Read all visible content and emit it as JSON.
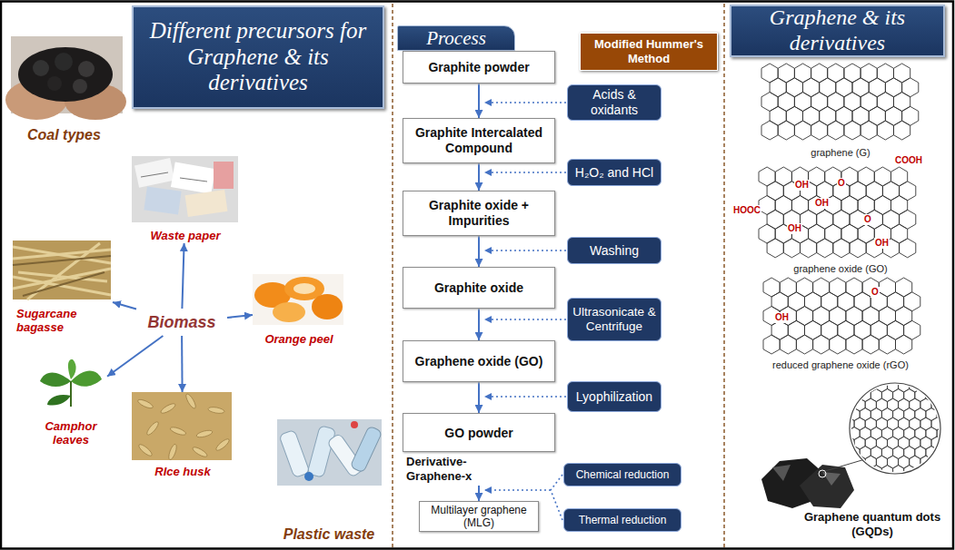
{
  "diagram": {
    "nodes": [
      {
        "text": [
          "Different precursors for Graphene & its derivatives"
        ]
      },
      {
        "text": [
          "Coal types"
        ]
      },
      {
        "text": [
          "Waste paper"
        ]
      },
      {
        "text": [
          "Sugarcane bagasse"
        ]
      },
      {
        "text": [
          "Biomass"
        ]
      },
      {
        "text": [
          "Orange peel"
        ]
      },
      {
        "text": [
          "Camphor leaves"
        ]
      },
      {
        "text": [
          "RIce husk"
        ]
      },
      {
        "text": [
          "Plastic waste"
        ]
      },
      {
        "text": [
          "Process"
        ]
      },
      {
        "text": [
          "Modified Hummer's Method"
        ]
      },
      {
        "text": [
          "Graphite powder"
        ]
      },
      {
        "text": [
          "Acids & oxidants"
        ]
      },
      {
        "text": [
          "Graphite Intercalated Compound"
        ]
      },
      {
        "text": [
          "H₂O₂ and HCl"
        ]
      },
      {
        "text": [
          "Graphite oxide + Impurities"
        ]
      },
      {
        "text": [
          "Washing"
        ]
      },
      {
        "text": [
          "Graphite oxide"
        ]
      },
      {
        "text": [
          "Ultrasonicate & Centrifuge"
        ]
      },
      {
        "text": [
          "Graphene oxide (GO)"
        ]
      },
      {
        "text": [
          "Lyophilization"
        ]
      },
      {
        "text": [
          "GO powder",
          "Derivative-Graphene-x"
        ]
      },
      {
        "text": [
          "Chemical reduction"
        ]
      },
      {
        "text": [
          "Multilayer graphene (MLG)"
        ]
      },
      {
        "text": [
          "Thermal reduction"
        ]
      },
      {
        "text": [
          "Graphene & its derivatives"
        ]
      }
    ],
    "edges": [
      {
        "from": 4,
        "to": 2,
        "arrow": "to"
      },
      {
        "from": 4,
        "to": 3,
        "arrow": "to"
      },
      {
        "from": 4,
        "to": 5,
        "arrow": "to"
      },
      {
        "from": 4,
        "to": 6,
        "arrow": "to"
      },
      {
        "from": 4,
        "to": 7,
        "arrow": "to"
      },
      {
        "from": 11,
        "to": 13,
        "arrow": "to"
      },
      {
        "from": 13,
        "to": 15,
        "arrow": "to"
      },
      {
        "from": 15,
        "to": 17,
        "arrow": "to"
      },
      {
        "from": 17,
        "to": 19,
        "arrow": "to"
      },
      {
        "from": 19,
        "to": 21,
        "arrow": "to"
      },
      {
        "from": 21,
        "to": 23,
        "arrow": "to"
      }
    ],
    "labels": [
      "graphene (G)",
      "graphene oxide (GO)",
      "reduced graphene oxide (rGO)",
      "Graphene quantum dots (GQDs)",
      "COOH",
      "HOOC",
      "OH",
      "O",
      "OH",
      "OH",
      "O",
      "OH",
      "OH",
      "O"
    ]
  }
}
